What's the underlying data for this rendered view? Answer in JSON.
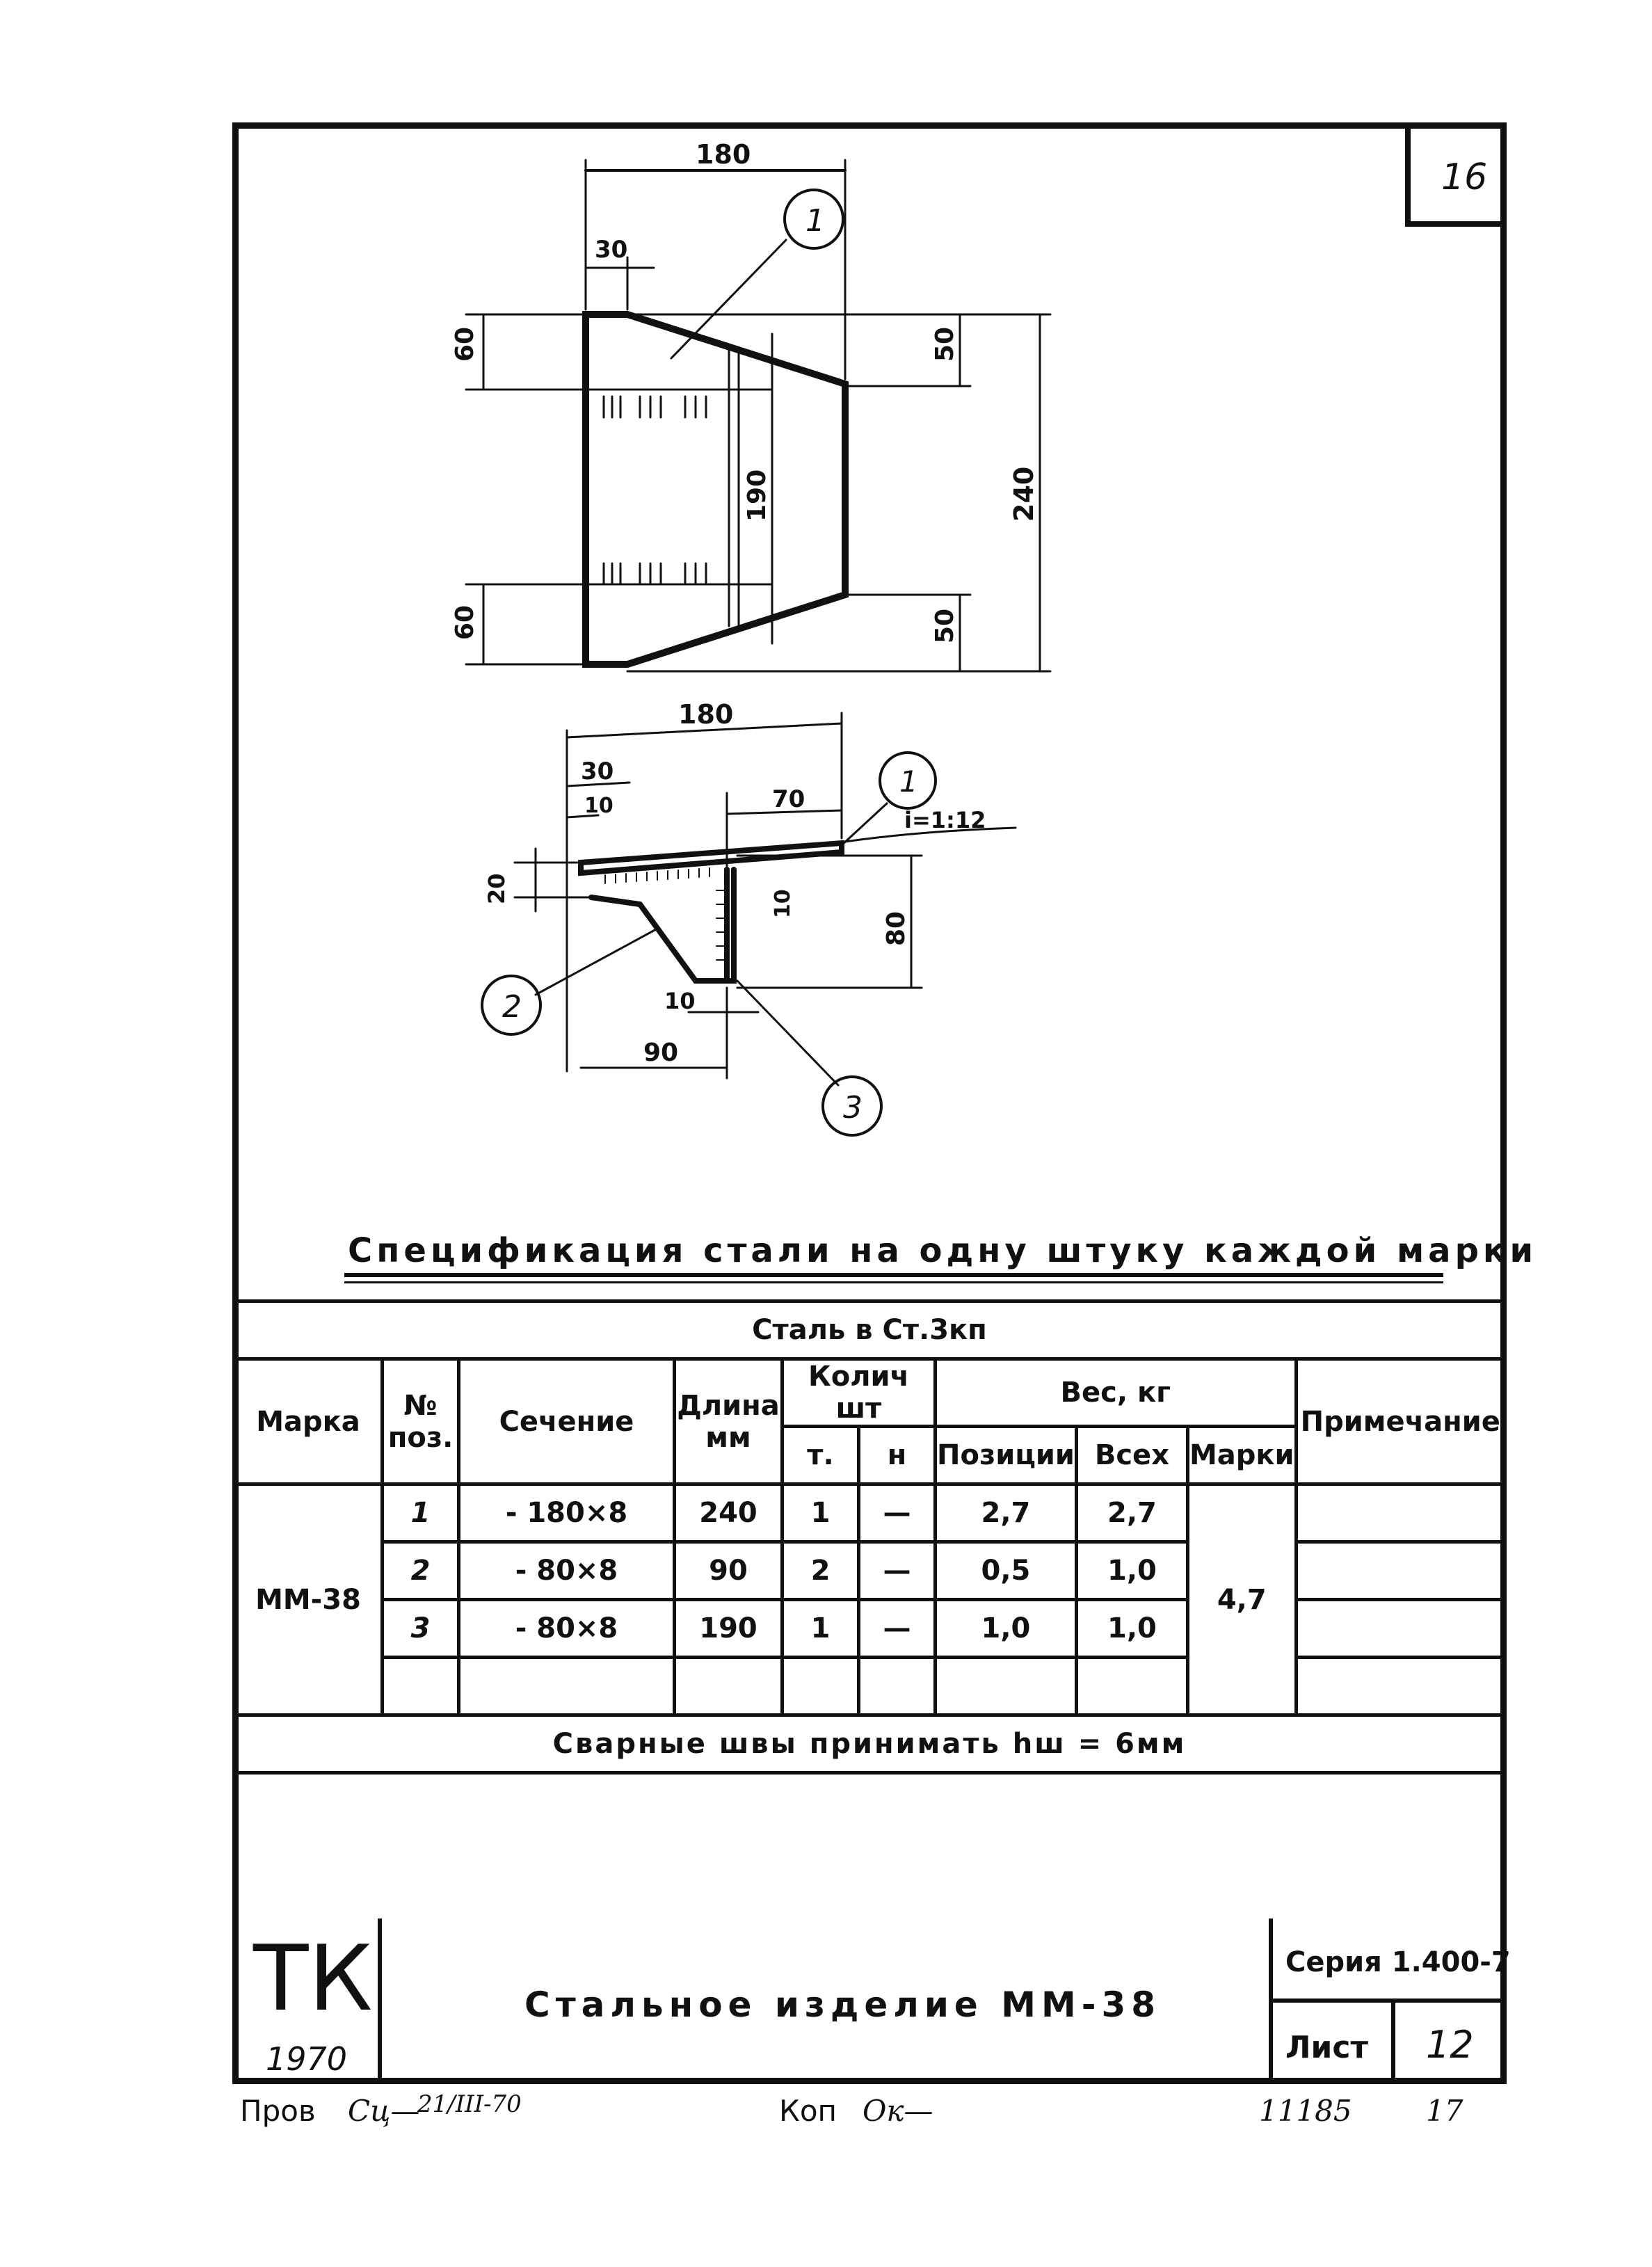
{
  "sheet_number": "16",
  "drawing": {
    "plan_dims": [
      "180",
      "30",
      "60",
      "50",
      "190",
      "240",
      "60",
      "50"
    ],
    "section_dims": [
      "180",
      "30",
      "10",
      "70",
      "20",
      "10",
      "80",
      "10",
      "90"
    ],
    "slope_label": "i=1:12",
    "callouts": [
      "1",
      "1",
      "2",
      "3"
    ]
  },
  "spec": {
    "title": "Спецификация стали на одну штуку каждой марки",
    "steel": "Сталь в Ст.3кп",
    "headers": {
      "mark": "Марка",
      "pos": "№ поз.",
      "section": "Сечение",
      "length": "Длина мм",
      "qty": "Колич шт",
      "qty_t": "т.",
      "qty_n": "н",
      "weight": "Вес, кг",
      "w_pos": "Позиции",
      "w_all": "Всех",
      "w_mark": "Марки",
      "note": "Примечание"
    },
    "mark": "ММ-38",
    "mark_weight": "4,7",
    "rows": [
      {
        "pos": "1",
        "section": "- 180×8",
        "length": "240",
        "t": "1",
        "n": "—",
        "w_pos": "2,7",
        "w_all": "2,7"
      },
      {
        "pos": "2",
        "section": "- 80×8",
        "length": "90",
        "t": "2",
        "n": "—",
        "w_pos": "0,5",
        "w_all": "1,0"
      },
      {
        "pos": "3",
        "section": "- 80×8",
        "length": "190",
        "t": "1",
        "n": "—",
        "w_pos": "1,0",
        "w_all": "1,0"
      }
    ],
    "weld_note": "Сварные швы принимать hш = 6мм"
  },
  "title_block": {
    "org": "ТК",
    "year": "1970",
    "name": "Стальное изделие ММ-38",
    "series": "Серия 1.400-7",
    "sheet_label": "Лист",
    "sheet_value": "12"
  },
  "footer": {
    "checked": "Пров",
    "date": "21/III-70",
    "copy": "Коп",
    "doc_no": "11185",
    "page": "17"
  }
}
